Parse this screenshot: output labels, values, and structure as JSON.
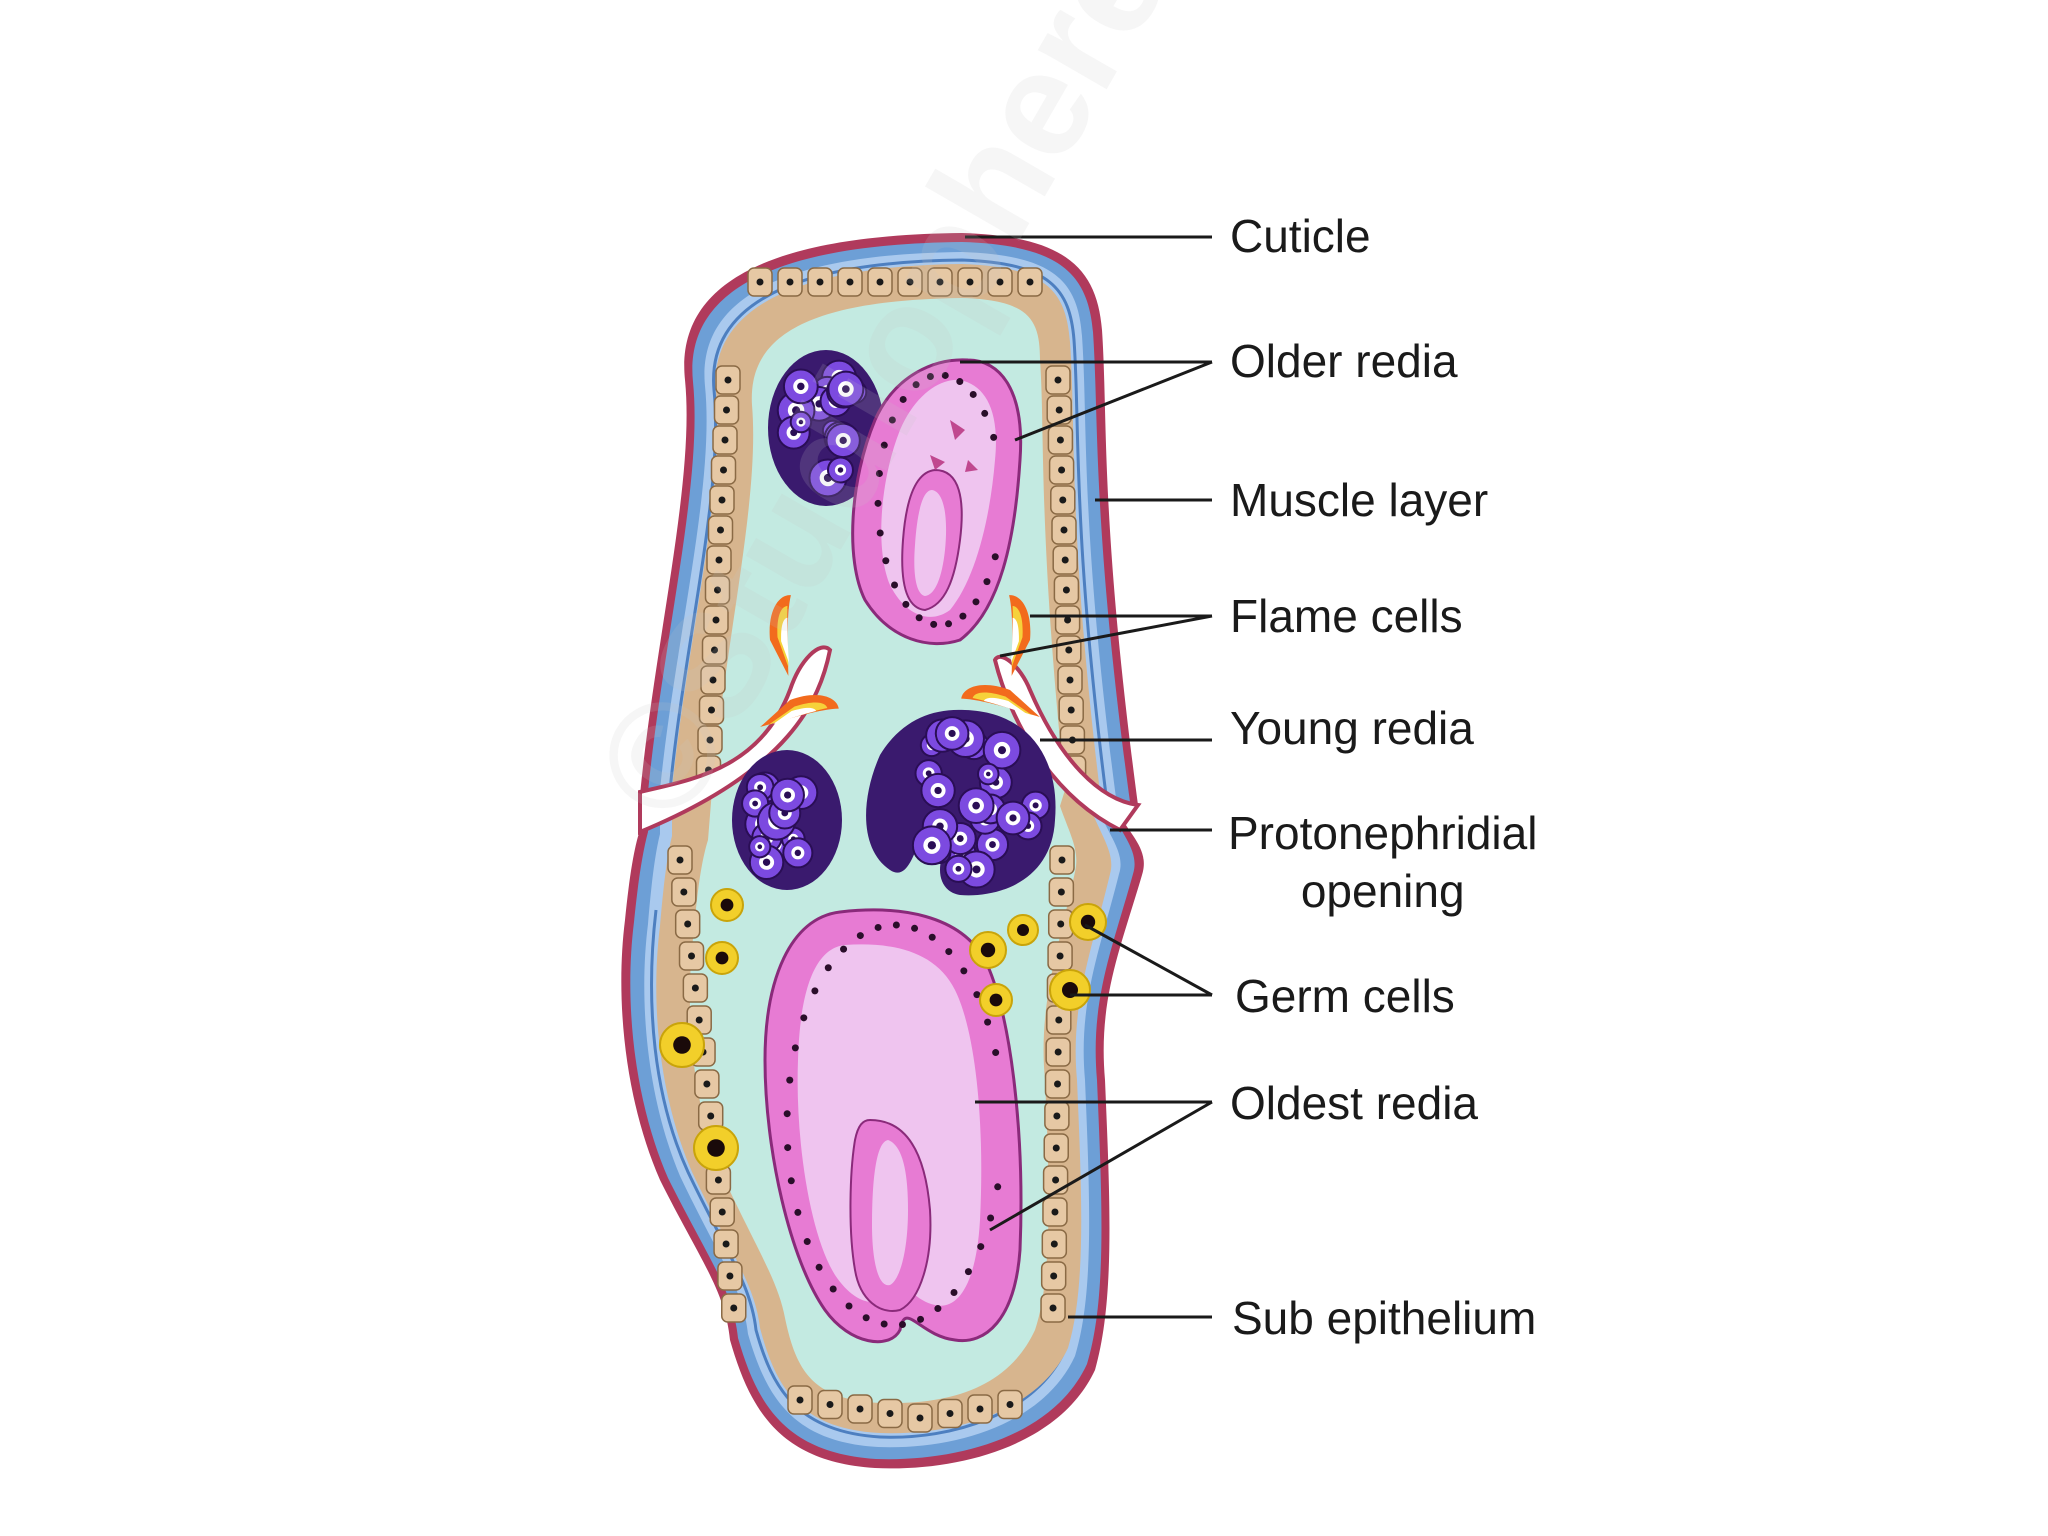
{
  "labels": {
    "cuticle": "Cuticle",
    "older_redia": "Older redia",
    "muscle_layer": "Muscle layer",
    "flame_cells": "Flame cells",
    "young_redia": "Young redia",
    "protonephridial_line1": "Protonephridial",
    "protonephridial_line2": "opening",
    "germ_cells": "Germ cells",
    "oldest_redia": "Oldest redia",
    "sub_epithelium": "Sub epithelium"
  },
  "watermark": "©Studiophere.com",
  "colors": {
    "cuticle": "#b03a5c",
    "muscle": "#6d9fd6",
    "epithelium": "#d7b58e",
    "body_fluid": "#c3eae1",
    "young_redia": "#7c4ae0",
    "young_redia_dark": "#3a1a6e",
    "redia_wall": "#e77bd3",
    "redia_lumen": "#efc4ef",
    "flame_orange": "#f26b1d",
    "flame_yellow": "#f6d23a",
    "germ_yellow": "#f2cf2a"
  }
}
